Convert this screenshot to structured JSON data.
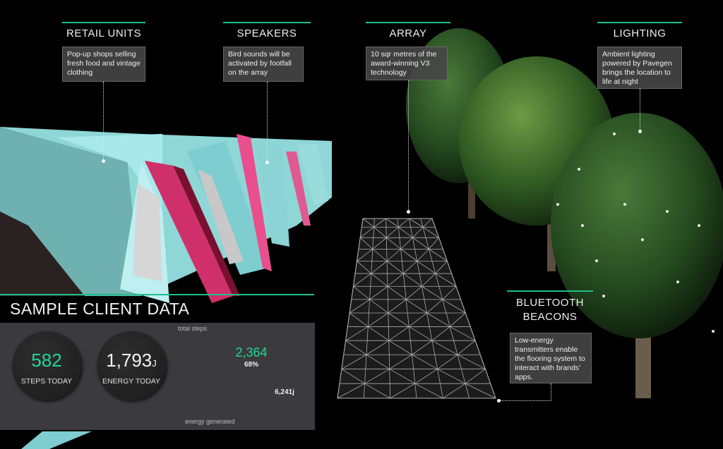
{
  "colors": {
    "accent": "#1fbf8a",
    "units": "#9fd8d8",
    "pink": "#e0347a",
    "panel": "#3b3b3d"
  },
  "callouts": {
    "retail": {
      "title": "RETAIL UNITS",
      "text": "Pop-up shops selling fresh food and vintage clothing"
    },
    "speakers": {
      "title": "SPEAKERS",
      "text": "Bird sounds will be activated by footfall on the array"
    },
    "array": {
      "title": "ARRAY",
      "text": "10 sqr metres of the award-winning V3 technology"
    },
    "lighting": {
      "title": "LIGHTING",
      "text": "Ambient lighting powered by Pavegen brings the location to life at night"
    },
    "bluetooth": {
      "title": "BLUETOOTH BEACONS",
      "text": "Low-energy transmitters enable the flooring system to interact with brands' apps."
    }
  },
  "client_data": {
    "title": "SAMPLE CLIENT DATA",
    "steps_today": {
      "value": "582",
      "label": "STEPS TODAY"
    },
    "energy_today": {
      "value": "1,793",
      "unit": "J",
      "label": "ENERGY TODAY"
    },
    "total_steps": {
      "label": "total steps",
      "value": "2,364",
      "percent": "68%",
      "progress": 0.68
    },
    "energy_generated": {
      "label": "energy generated",
      "value": "6,241j"
    }
  }
}
